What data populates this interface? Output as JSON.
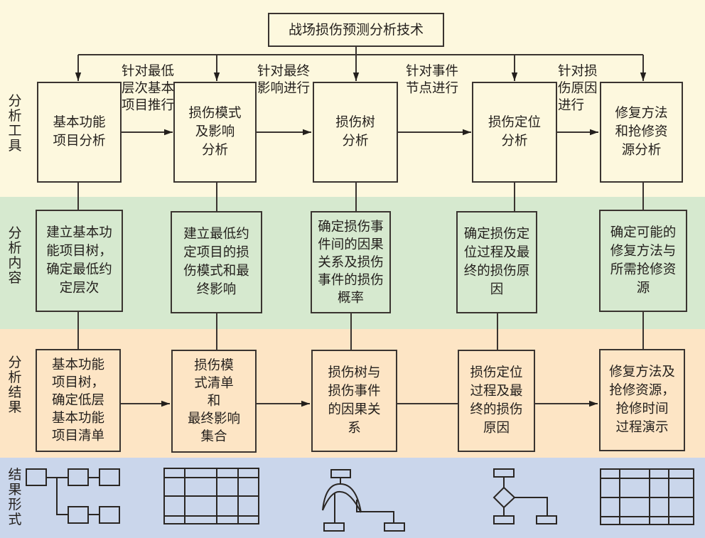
{
  "title": "战场损伤预测分析技术",
  "rows": [
    {
      "label": "分析工具"
    },
    {
      "label": "分析内容"
    },
    {
      "label": "分析结果"
    },
    {
      "label": "结果形式"
    }
  ],
  "tools": [
    "基本功能\n项目分析",
    "损伤模式\n及影响\n分析",
    "损伤树\n分析",
    "损伤定位\n分析",
    "修复方法\n和抢修资\n源分析"
  ],
  "edge_labels": [
    "针对最低\n层次基本\n项目推行",
    "针对最终\n影响进行",
    "针对事件\n节点进行",
    "针对损\n伤原因\n进行"
  ],
  "contents": [
    "建立基本功\n能项目树，\n确定最低约\n定层次",
    "建立最低约\n定项目的损\n伤模式和最\n终影响",
    "确定损伤事\n件间的因果\n关系及损伤\n事件的损伤\n概率",
    "确定损伤定\n位过程及最\n终的损伤原\n因",
    "确定可能的\n修复方法与\n所需抢修资\n源"
  ],
  "results": [
    "基本功能\n项目树，\n确定低层\n基本功能\n项目清单",
    "损伤模\n式清单\n和\n最终影响\n集合",
    "损伤树与\n损伤事件\n的因果关\n系",
    "损伤定位\n过程及最\n终的损伤\n原因",
    "修复方法及\n抢修资源，\n抢修时间\n过程演示"
  ],
  "result_forms": [
    "tree-diagram-icon",
    "table-icon",
    "fault-tree-icon",
    "flowchart-icon",
    "table-icon"
  ],
  "colors": {
    "tools_band": "#fdf8de",
    "content_band": "#d6e9cf",
    "result_band": "#fde5c5",
    "form_band": "#cad6eb",
    "line": "#3a3430"
  }
}
